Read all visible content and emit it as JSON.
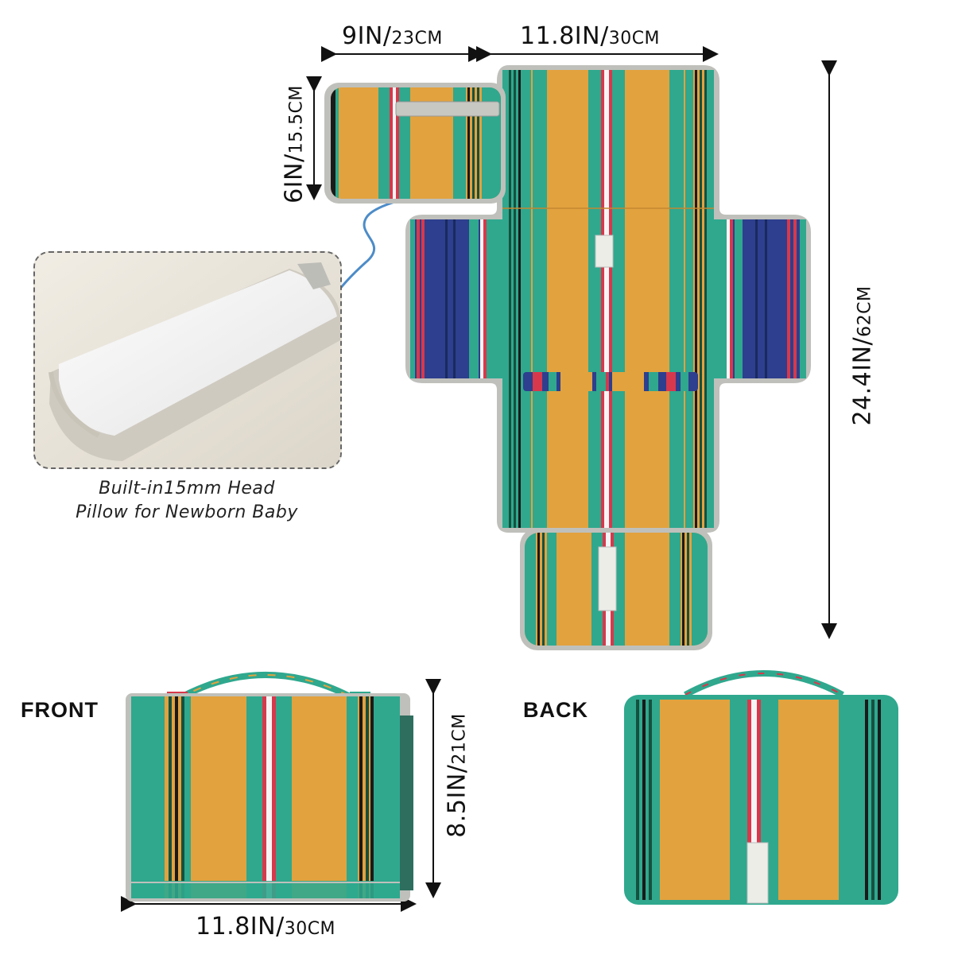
{
  "dimensions": {
    "top_left_width": {
      "main": "9IN/",
      "unit": "23CM"
    },
    "top_right_width": {
      "main": "11.8IN/",
      "unit": "30CM"
    },
    "pocket_height": {
      "main": "6IN/",
      "unit": "15.5CM"
    },
    "total_length": {
      "main": "24.4IN/",
      "unit": "62CM"
    },
    "folded_height": {
      "main": "8.5IN/",
      "unit": "21CM"
    },
    "folded_width": {
      "main": "11.8IN/",
      "unit": "30CM"
    }
  },
  "labels": {
    "front": "FRONT",
    "back": "BACK"
  },
  "caption": {
    "line1": "Built-in15mm Head",
    "line2": "Pillow for Newborn Baby"
  },
  "colors": {
    "mustard": "#E2A23E",
    "teal": "#2FA88E",
    "dark_teal": "#16503F",
    "navy": "#2D3F8E",
    "red": "#D8384B",
    "white": "#F5F5F5",
    "border": "#BFC0BB",
    "arrow_blue": "#4D8CC8"
  }
}
